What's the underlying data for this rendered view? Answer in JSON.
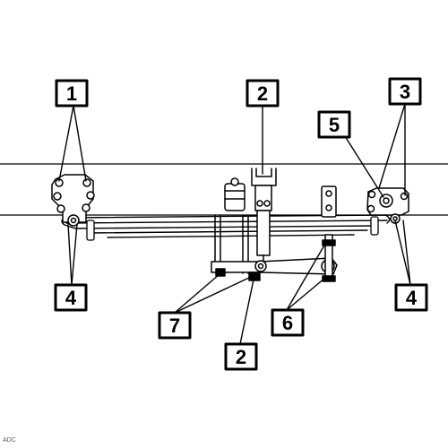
{
  "callouts": {
    "c1": "1",
    "c2_top": "2",
    "c2_bottom": "2",
    "c3": "3",
    "c4_left": "4",
    "c4_right": "4",
    "c5": "5",
    "c6": "6",
    "c7": "7"
  },
  "watermark": "ADC",
  "colors": {
    "ink": "#000000",
    "paper": "#ffffff"
  }
}
